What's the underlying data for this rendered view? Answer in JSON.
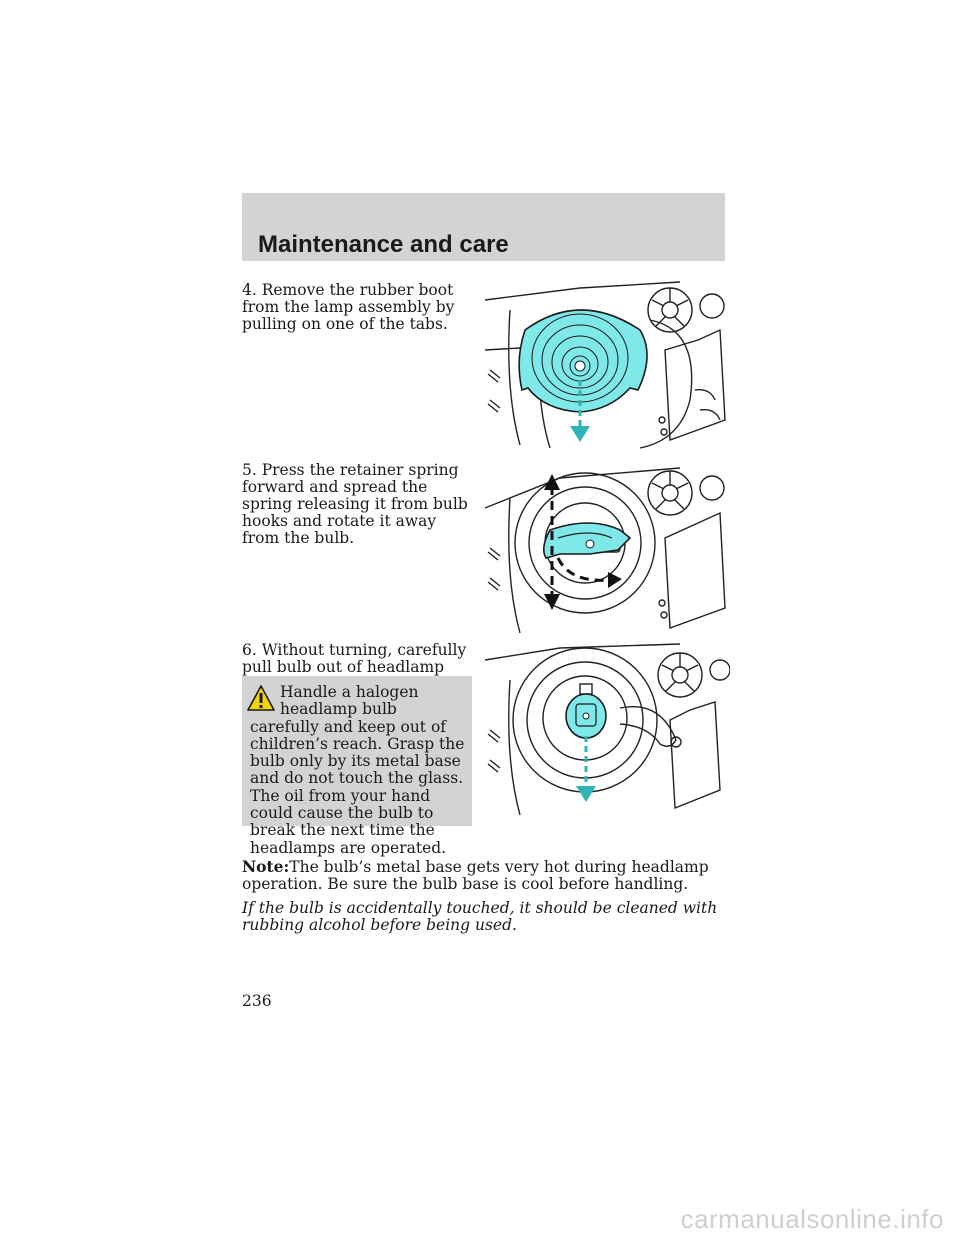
{
  "header": {
    "title": "Maintenance and care"
  },
  "steps": [
    {
      "text": "4. Remove the rubber boot from the lamp assembly by pulling on one of the tabs."
    },
    {
      "text": "5. Press the retainer spring forward and spread the spring releasing it from bulb hooks and rotate it away from the bulb."
    },
    {
      "text": "6. Without turning, carefully pull bulb out of headlamp assembly."
    }
  ],
  "warning": {
    "icon": "warning-triangle-icon",
    "text": "Handle a halogen headlamp bulb carefully and keep out of children’s reach. Grasp the bulb only by its metal base and do not touch the glass. The oil from your hand could cause the bulb to break the next time the headlamps are operated."
  },
  "note": {
    "label": "Note:",
    "text": "The bulb’s metal base gets very hot during headlamp operation. Be sure the bulb base is cool before handling."
  },
  "italic_note": "If the bulb is accidentally touched, it should be cleaned with rubbing alcohol before being used.",
  "page_number": "236",
  "watermark": "carmanualsonline.info",
  "colors": {
    "header_band": "#d3d3d3",
    "highlight_cyan": "#7fe8e8",
    "warning_box": "#d3d3d3"
  }
}
